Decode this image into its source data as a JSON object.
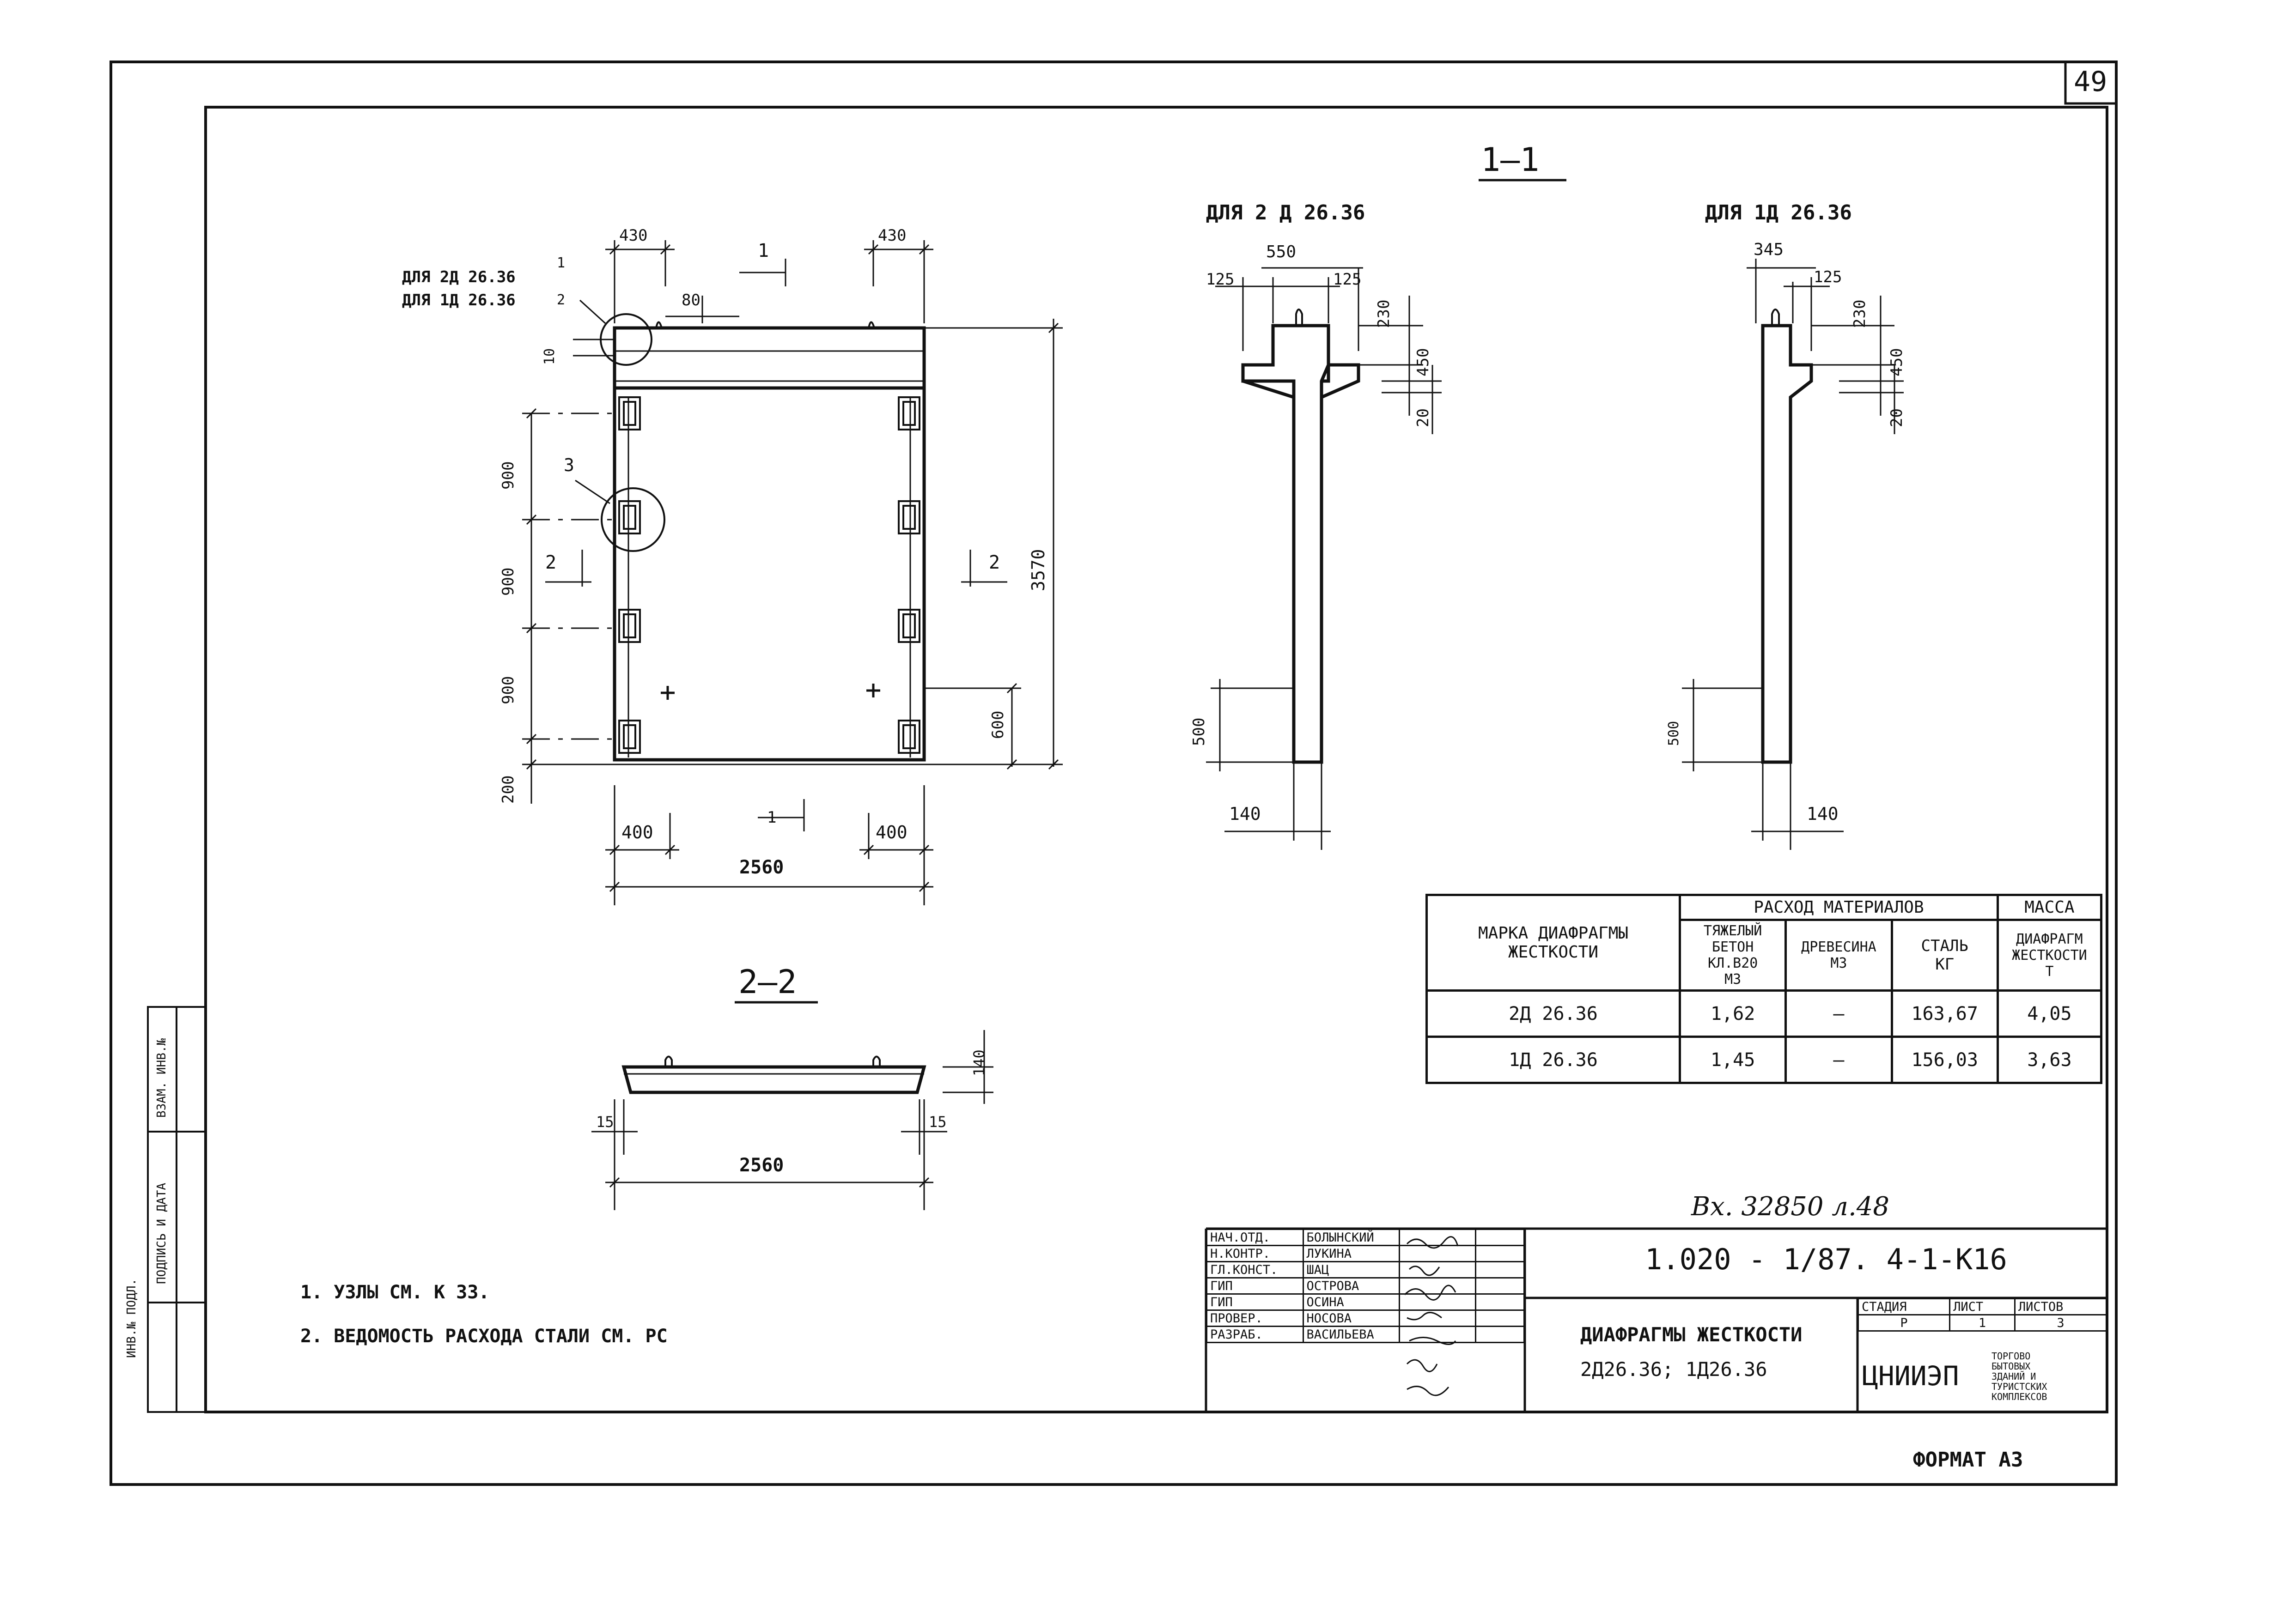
{
  "page_number": "49",
  "format": "ФОРМАТ А3",
  "reference": "Вх. 32850 л.48",
  "drawing_code": "1.020 - 1/87. 4-1-К16",
  "title_line1": "ДИАФРАГМЫ ЖЕСТКОСТИ",
  "title_line2": "2Д26.36; 1Д26.36",
  "organization": "ЦНИИЭП",
  "org_desc": [
    "ТОРГОВО",
    "БЫТОВЫХ",
    "ЗДАНИЙ И",
    "ТУРИСТСКИХ",
    "КОМПЛЕКСОВ"
  ],
  "stage": {
    "h_stage": "СТАДИЯ",
    "h_sheet": "ЛИСТ",
    "h_sheets": "ЛИСТОВ",
    "stage": "Р",
    "sheet": "1",
    "sheets": "3"
  },
  "signatures": [
    {
      "role": "НАЧ.ОТД.",
      "name": "БОЛЫНСКИЙ"
    },
    {
      "role": "Н.КОНТР.",
      "name": "ЛУКИНА"
    },
    {
      "role": "ГЛ.КОНСТ.",
      "name": "ШАЦ"
    },
    {
      "role": "ГИП",
      "name": "ОСТРОВА"
    },
    {
      "role": "ГИП",
      "name": "ОСИНА"
    },
    {
      "role": "ПРОВЕР.",
      "name": "НОСОВА"
    },
    {
      "role": "РАЗРАБ.",
      "name": "ВАСИЛЬЕВА"
    }
  ],
  "side_stamp": [
    "ИНВ.№ ПОДЛ.",
    "ПОДПИСЬ И ДАТА",
    "ВЗАМ. ИНВ.№"
  ],
  "notes": [
    "1. УЗЛЫ СМ. К 33.",
    "2. ВЕДОМОСТЬ РАСХОДА СТАЛИ СМ. РС"
  ],
  "views": {
    "elevation": {
      "label_2d": "ДЛЯ 2Д 26.36",
      "label_1d": "ДЛЯ 1Д 26.36",
      "n1": "1",
      "n2": "2",
      "n3": "3",
      "sec1": "1",
      "sec2": "2",
      "dims": {
        "top_left": "430",
        "top_right": "430",
        "d80": "80",
        "d10": "10",
        "v900a": "900",
        "v900b": "900",
        "v900c": "900",
        "v200": "200",
        "h3570": "3570",
        "v600": "600",
        "b400a": "400",
        "b400b": "400",
        "b2560": "2560"
      }
    },
    "section_1_1": {
      "title": "1—1",
      "left_label": "ДЛЯ 2 Д 26.36",
      "right_label": "ДЛЯ 1Д 26.36",
      "dims_left": {
        "w550": "550",
        "w125a": "125",
        "w125b": "125",
        "v230": "230",
        "v450": "450",
        "v20": "20",
        "v500": "500",
        "w140": "140"
      },
      "dims_right": {
        "w345": "345",
        "w125": "125",
        "v230": "230",
        "v450": "450",
        "v20": "20",
        "v500": "500",
        "w140": "140"
      }
    },
    "section_2_2": {
      "title": "2—2",
      "dims": {
        "w2560": "2560",
        "s15a": "15",
        "s15b": "15",
        "h140": "140"
      }
    }
  },
  "materials_table": {
    "headers": {
      "mark": "МАРКА ДИАФРАГМЫ ЖЕСТКОСТИ",
      "consumption": "РАСХОД МАТЕРИАЛОВ",
      "mass": "МАССА",
      "concrete": "ТЯЖЕЛЫЙ БЕТОН КЛ.В20",
      "concrete_unit": "М3",
      "wood": "ДРЕВЕСИНА",
      "wood_unit": "М3",
      "steel": "СТАЛЬ",
      "steel_unit": "КГ",
      "mass_sub": "ДИАФРАГМ ЖЕСТКОСТИ",
      "mass_unit": "Т"
    },
    "rows": [
      {
        "mark": "2Д 26.36",
        "concrete": "1,62",
        "wood": "—",
        "steel": "163,67",
        "mass": "4,05"
      },
      {
        "mark": "1Д 26.36",
        "concrete": "1,45",
        "wood": "—",
        "steel": "156,03",
        "mass": "3,63"
      }
    ]
  }
}
